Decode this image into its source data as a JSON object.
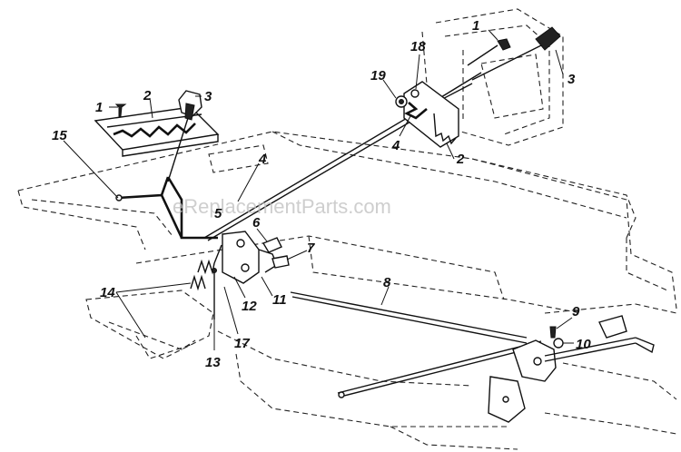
{
  "watermark": "eReplacementParts.com",
  "callouts": {
    "c1_top_right": "1",
    "c18": "18",
    "c19": "19",
    "c3_right": "3",
    "c4_right": "4",
    "c2_right": "2",
    "c1_left": "1",
    "c2_left": "2",
    "c3_left": "3",
    "c15": "15",
    "c4_left": "4",
    "c5": "5",
    "c6": "6",
    "c7": "7",
    "c8": "8",
    "c9": "9",
    "c10": "10",
    "c14": "14",
    "c12": "12",
    "c11": "11",
    "c17": "17",
    "c13": "13"
  }
}
